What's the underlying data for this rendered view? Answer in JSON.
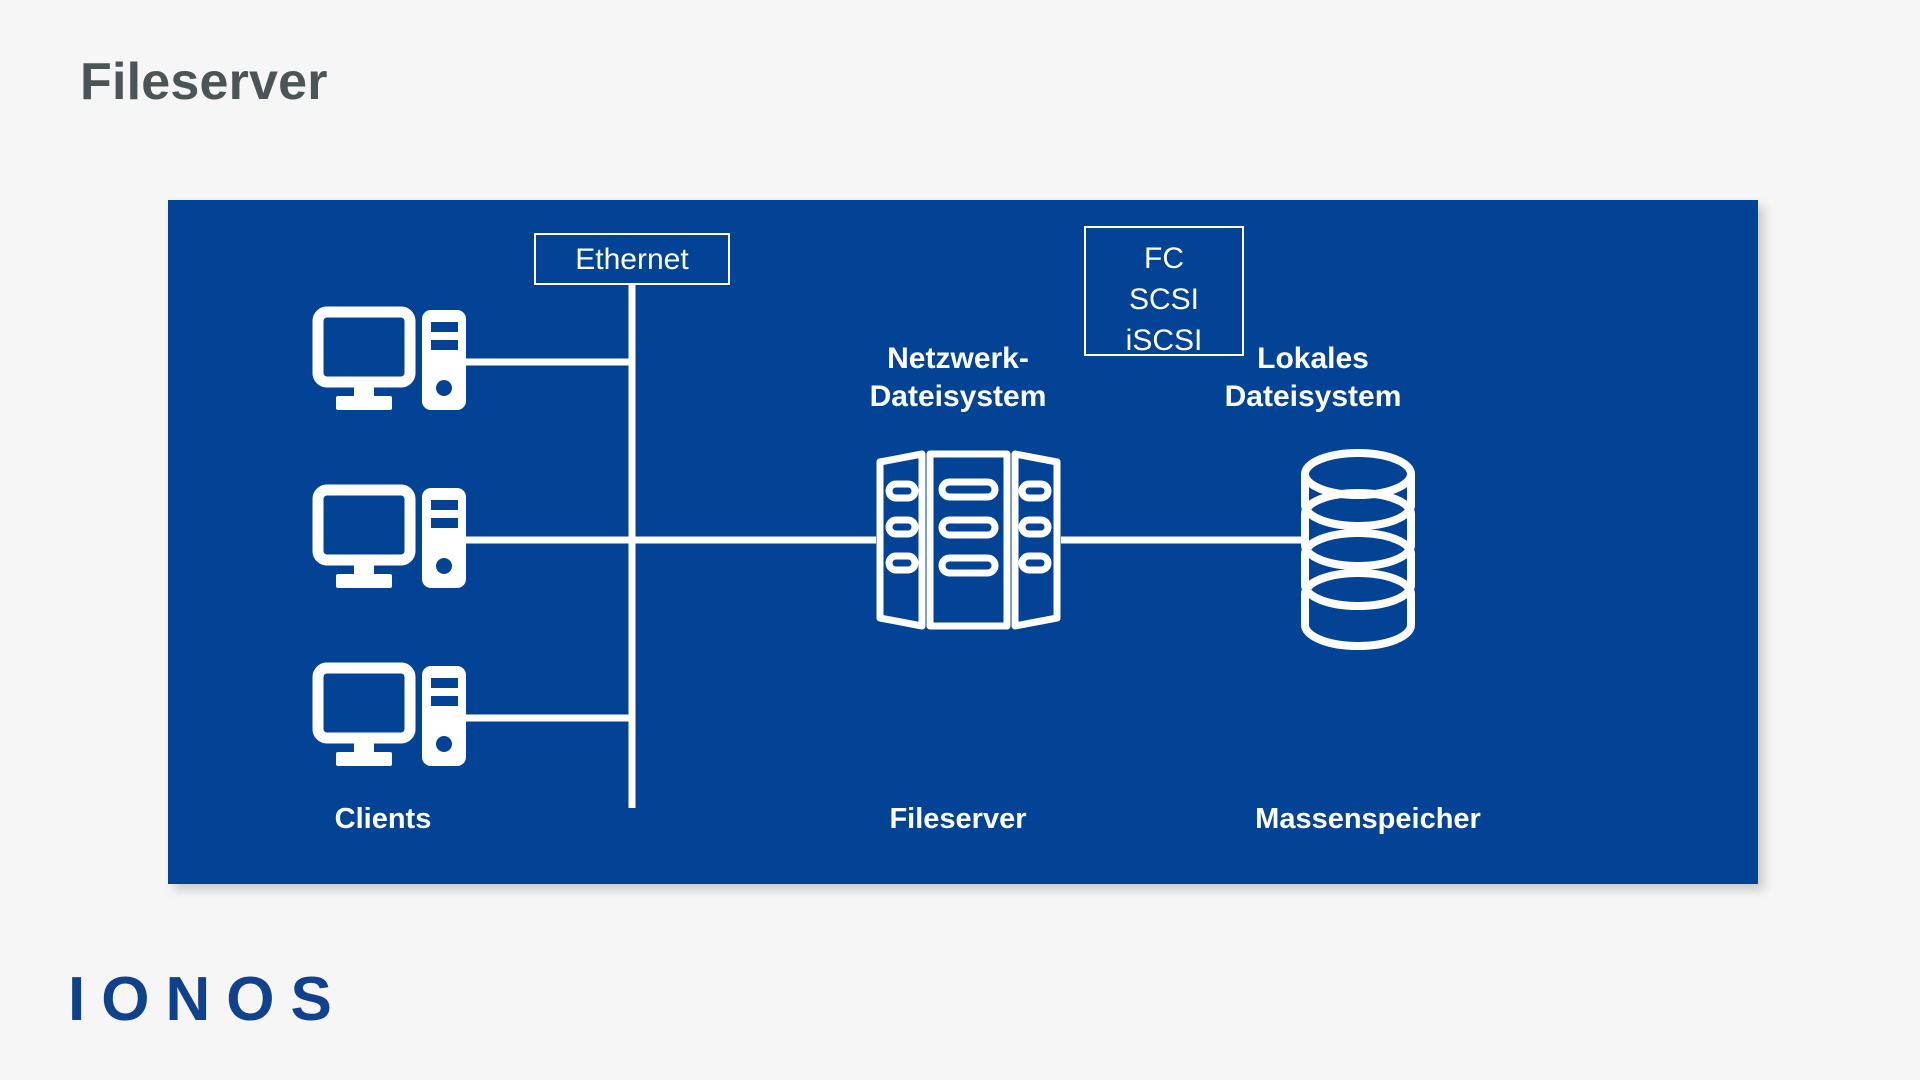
{
  "page": {
    "title": "Fileserver",
    "background_color": "#f6f6f6",
    "title_color": "#4b5457"
  },
  "diagram": {
    "panel_color": "#034395",
    "stroke_color": "#ffffff",
    "boxes": {
      "ethernet": {
        "label": "Ethernet"
      },
      "storage_protocols": {
        "lines": [
          "FC",
          "SCSI",
          "iSCSI"
        ]
      }
    },
    "headings": {
      "network_filesystem": "Netzwerk-\nDateisystem",
      "local_filesystem": "Lokales\nDateisystem"
    },
    "captions": {
      "clients": "Clients",
      "fileserver": "Fileserver",
      "mass_storage": "Massenspeicher"
    },
    "icons": {
      "client": "desktop-computer-icon",
      "server": "server-rack-icon",
      "storage": "database-stack-icon"
    },
    "client_count": 3
  },
  "brand": {
    "logo_text": "IONOS",
    "logo_color": "#10418c"
  }
}
